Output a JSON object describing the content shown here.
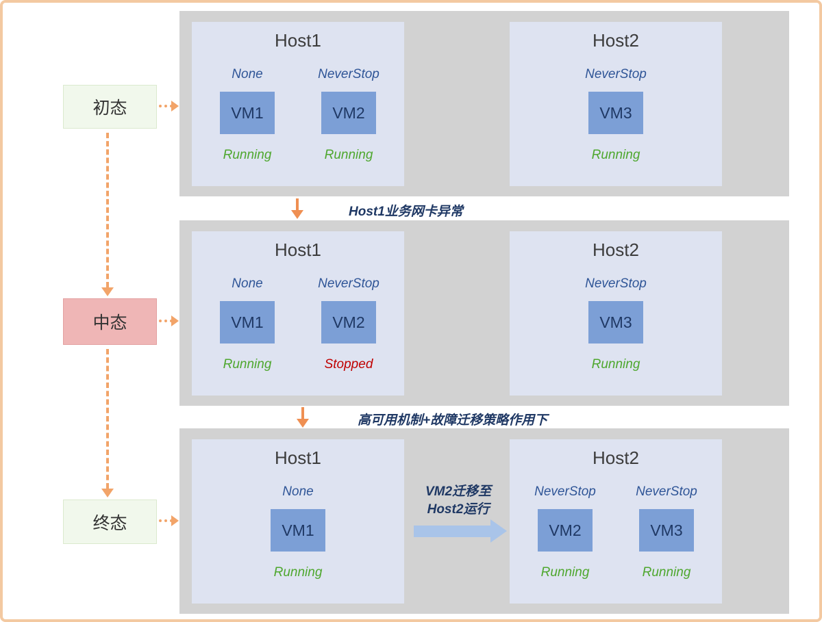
{
  "states": [
    {
      "label": "初态"
    },
    {
      "label": "中态"
    },
    {
      "label": "终态"
    }
  ],
  "transitions": [
    {
      "label": "Host1业务网卡异常"
    },
    {
      "label": "高可用机制+故障迁移策略作用下"
    }
  ],
  "migration": {
    "line1": "VM2迁移至",
    "line2": "Host2运行"
  },
  "rows": [
    {
      "hosts": [
        {
          "title": "Host1",
          "vms": [
            {
              "name": "VM1",
              "policy": "None",
              "status": "Running"
            },
            {
              "name": "VM2",
              "policy": "NeverStop",
              "status": "Running"
            }
          ]
        },
        {
          "title": "Host2",
          "vms": [
            {
              "name": "VM3",
              "policy": "NeverStop",
              "status": "Running"
            }
          ]
        }
      ]
    },
    {
      "hosts": [
        {
          "title": "Host1",
          "vms": [
            {
              "name": "VM1",
              "policy": "None",
              "status": "Running"
            },
            {
              "name": "VM2",
              "policy": "NeverStop",
              "status": "Stopped"
            }
          ]
        },
        {
          "title": "Host2",
          "vms": [
            {
              "name": "VM3",
              "policy": "NeverStop",
              "status": "Running"
            }
          ]
        }
      ]
    },
    {
      "hosts": [
        {
          "title": "Host1",
          "vms": [
            {
              "name": "VM1",
              "policy": "None",
              "status": "Running"
            }
          ]
        },
        {
          "title": "Host2",
          "vms": [
            {
              "name": "VM2",
              "policy": "NeverStop",
              "status": "Running"
            },
            {
              "name": "VM3",
              "policy": "NeverStop",
              "status": "Running"
            }
          ]
        }
      ]
    }
  ],
  "colors": {
    "running_green": "#4ea72e",
    "stopped_red": "#c00000",
    "vm_box_blue": "#7c9fd6",
    "policy_navy": "#2f5597",
    "accent_orange": "#f2a469",
    "migration_arrow_blue": "#a9c4e9",
    "panel_gray": "#d2d2d2",
    "host_box": "#dee3f1",
    "state_initial_bg": "#f1f8ec",
    "state_middle_bg": "#efb6b6"
  }
}
